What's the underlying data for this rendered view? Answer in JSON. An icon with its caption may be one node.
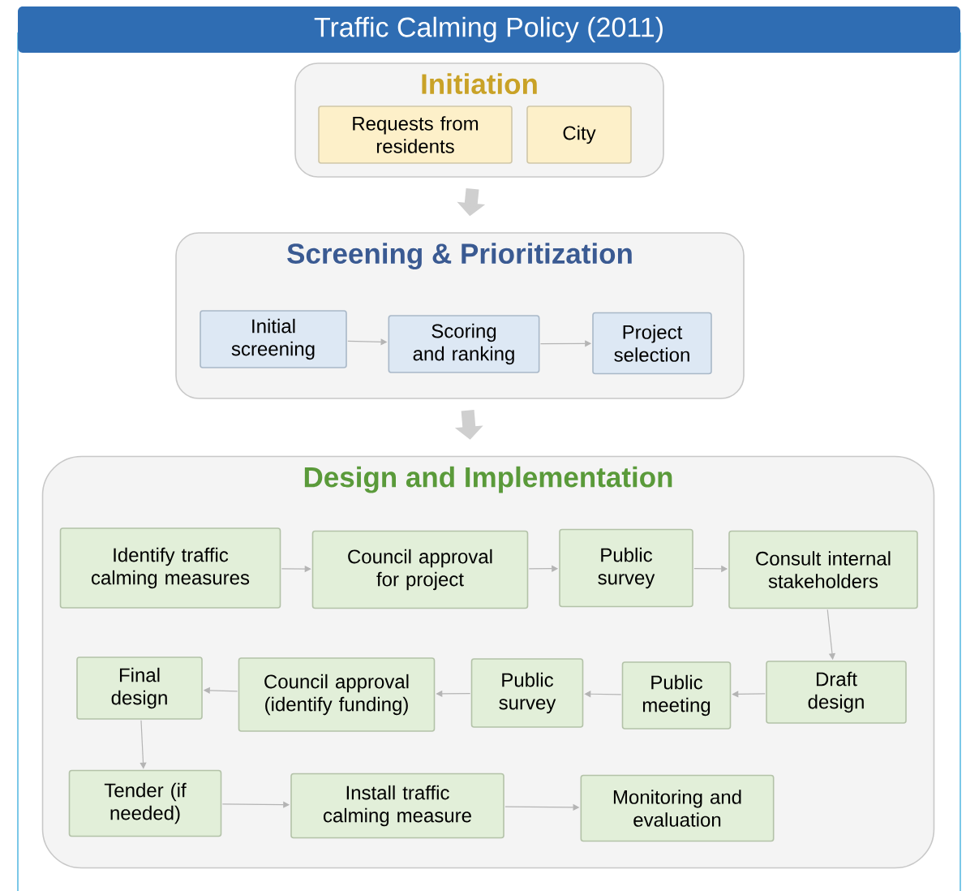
{
  "diagram": {
    "title": "Traffic Calming Policy (2011)",
    "nodes": [
      {
        "text": [
          "Initiation"
        ]
      },
      {
        "text": [
          "Requests from residents"
        ],
        "in": 0
      },
      {
        "text": [
          "City"
        ],
        "in": 0
      },
      {
        "text": [
          "Screening & Prioritization"
        ]
      },
      {
        "text": [
          "Initial screening"
        ],
        "in": 3
      },
      {
        "text": [
          "Scoring and ranking"
        ],
        "in": 3
      },
      {
        "text": [
          "Project selection"
        ],
        "in": 3
      },
      {
        "text": [
          "Design and Implementation"
        ]
      },
      {
        "text": [
          "Identify traffic calming measures"
        ],
        "in": 7
      },
      {
        "text": [
          "Council approval for project"
        ],
        "in": 7
      },
      {
        "text": [
          "Public survey"
        ],
        "in": 7
      },
      {
        "text": [
          "Consult internal stakeholders"
        ],
        "in": 7
      },
      {
        "text": [
          "Draft design"
        ],
        "in": 7
      },
      {
        "text": [
          "Public meeting"
        ],
        "in": 7
      },
      {
        "text": [
          "Public survey"
        ],
        "in": 7
      },
      {
        "text": [
          "Council approval (identify funding)"
        ],
        "in": 7
      },
      {
        "text": [
          "Final design"
        ],
        "in": 7
      },
      {
        "text": [
          "Tender (if needed)"
        ],
        "in": 7
      },
      {
        "text": [
          "Install traffic calming measure"
        ],
        "in": 7
      },
      {
        "text": [
          "Monitoring and evaluation"
        ],
        "in": 7
      }
    ],
    "edges": [
      {
        "from": 0,
        "to": 3,
        "arrow": "to",
        "style": "thick"
      },
      {
        "from": 3,
        "to": 7,
        "arrow": "to",
        "style": "thick"
      },
      {
        "from": 4,
        "to": 5,
        "arrow": "to"
      },
      {
        "from": 5,
        "to": 6,
        "arrow": "to"
      },
      {
        "from": 8,
        "to": 9,
        "arrow": "to"
      },
      {
        "from": 9,
        "to": 10,
        "arrow": "to"
      },
      {
        "from": 10,
        "to": 11,
        "arrow": "to"
      },
      {
        "from": 11,
        "to": 12,
        "arrow": "to"
      },
      {
        "from": 12,
        "to": 13,
        "arrow": "to"
      },
      {
        "from": 13,
        "to": 14,
        "arrow": "to"
      },
      {
        "from": 14,
        "to": 15,
        "arrow": "to"
      },
      {
        "from": 15,
        "to": 16,
        "arrow": "to"
      },
      {
        "from": 16,
        "to": 17,
        "arrow": "to"
      },
      {
        "from": 17,
        "to": 18,
        "arrow": "to"
      },
      {
        "from": 18,
        "to": 19,
        "arrow": "to"
      }
    ]
  }
}
